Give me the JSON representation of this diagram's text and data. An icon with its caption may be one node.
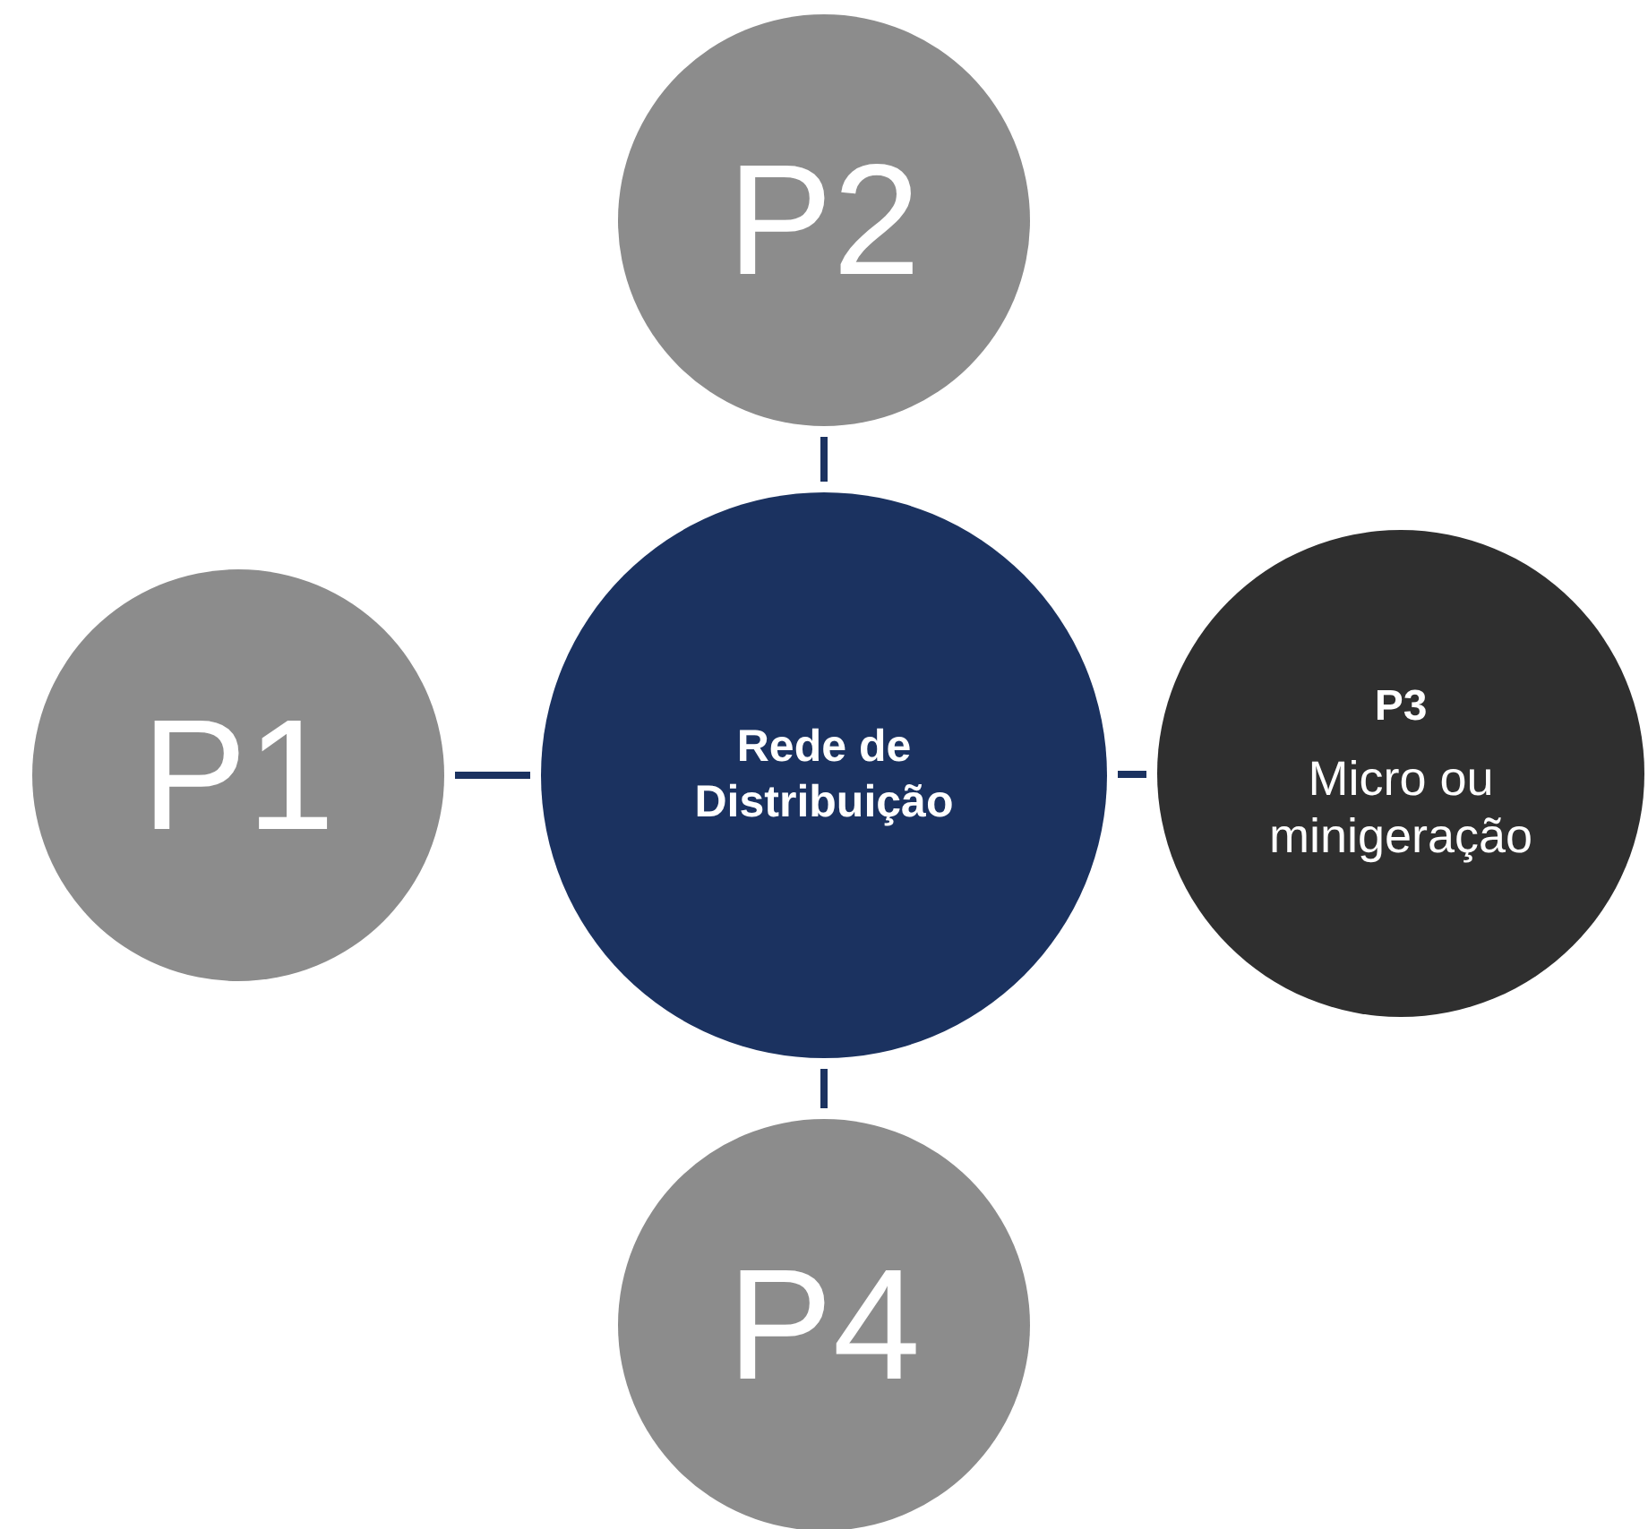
{
  "diagram": {
    "nodes": [
      {
        "text": [
          "P2"
        ]
      },
      {
        "text": [
          "P1"
        ]
      },
      {
        "text": [
          "Rede de Distribuição"
        ]
      },
      {
        "text": [
          "P3",
          "Micro ou minigeração"
        ]
      },
      {
        "text": [
          "P4"
        ]
      }
    ],
    "edges": [
      {
        "from": 2,
        "to": 0,
        "arrow": "none"
      },
      {
        "from": 2,
        "to": 1,
        "arrow": "none"
      },
      {
        "from": 2,
        "to": 3,
        "arrow": "none"
      },
      {
        "from": 2,
        "to": 4,
        "arrow": "none"
      }
    ]
  }
}
